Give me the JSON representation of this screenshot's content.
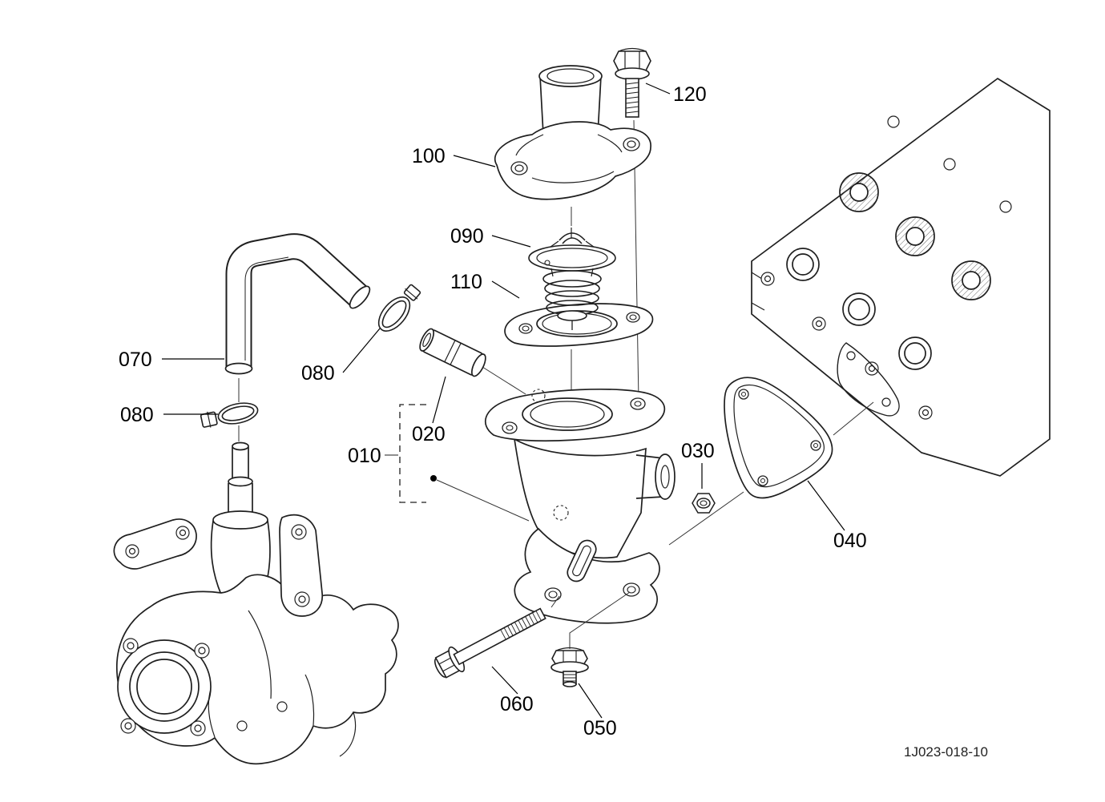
{
  "callouts": {
    "c120": "120",
    "c100": "100",
    "c090": "090",
    "c110": "110",
    "c070": "070",
    "c080_upper": "080",
    "c080_lower": "080",
    "c020": "020",
    "c010": "010",
    "c030": "030",
    "c040": "040",
    "c060": "060",
    "c050": "050"
  },
  "footer": {
    "drawing_number": "1J023-018-10"
  },
  "colors": {
    "line": "#1f1f1f",
    "background": "#ffffff",
    "label_text": "#000000"
  }
}
